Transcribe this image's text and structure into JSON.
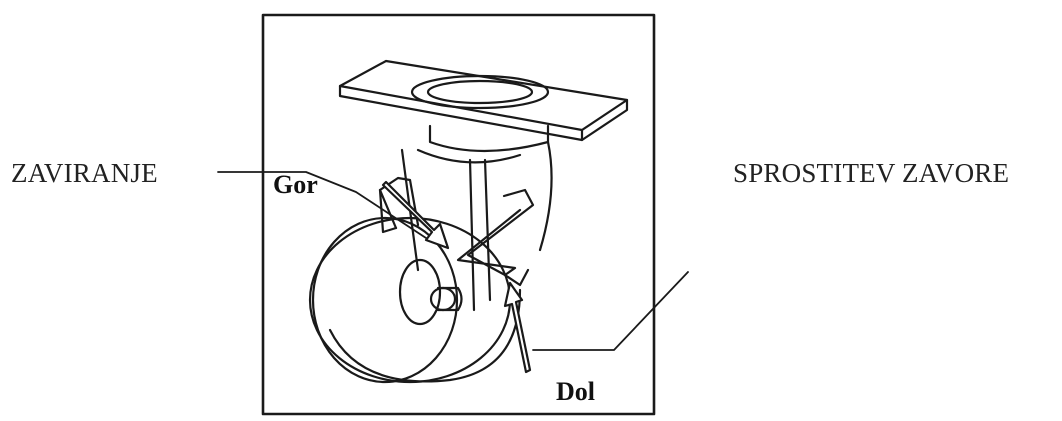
{
  "labels": {
    "brake": "ZAVIRANJE",
    "release": "SPROSTITEV ZAVORE",
    "up": "Gor",
    "down": "Dol"
  },
  "colors": {
    "line": "#1a1a1a",
    "text": "#222222",
    "background": "#ffffff"
  }
}
